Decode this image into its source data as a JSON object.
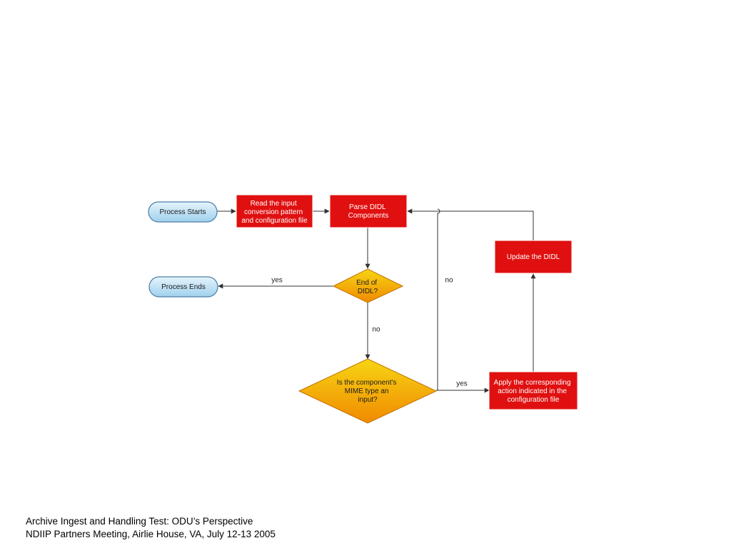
{
  "nodes": {
    "start": {
      "lines": [
        "Process Starts"
      ]
    },
    "read_config": {
      "lines": [
        "Read the input",
        "conversion pattern",
        "and configuration file"
      ]
    },
    "parse": {
      "lines": [
        "Parse DIDL",
        "Components"
      ]
    },
    "end_of_didl": {
      "lines": [
        "End of",
        "DIDL?"
      ]
    },
    "end": {
      "lines": [
        "Process Ends"
      ]
    },
    "mime_check": {
      "lines": [
        "Is the component's",
        "MIME type an",
        "input?"
      ]
    },
    "apply_action": {
      "lines": [
        "Apply the corresponding",
        "action indicated in the",
        "configuration file"
      ]
    },
    "update": {
      "lines": [
        "Update the DIDL"
      ]
    }
  },
  "edge_labels": {
    "end_yes": "yes",
    "end_no": "no",
    "mime_no": "no",
    "mime_yes": "yes"
  },
  "colors": {
    "terminal_fill_top": "#e6f4fc",
    "terminal_fill_bottom": "#9fd0ee",
    "terminal_stroke": "#4a7ea8",
    "process_fill": "#e01010",
    "process_stroke": "#ffffff",
    "decision_fill_top": "#f7d514",
    "decision_fill_bottom": "#f08a00",
    "decision_stroke": "#c27000",
    "line": "#333333"
  },
  "footer": {
    "line1": "Archive Ingest and Handling Test: ODU’s Perspective",
    "line2": "NDIIP Partners Meeting, Airlie House, VA, July 12-13 2005"
  }
}
